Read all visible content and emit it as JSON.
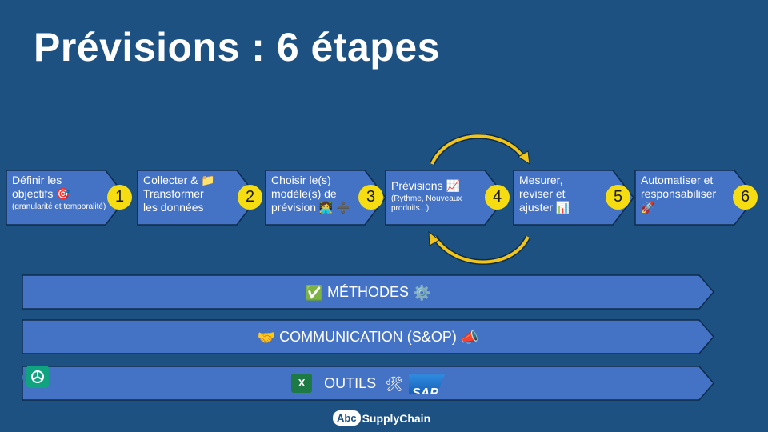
{
  "title": "Prévisions : 6 étapes",
  "steps": [
    {
      "number": "1",
      "lines": [
        "Définir les",
        "objectifs 🎯"
      ],
      "sub": "(granularité et temporalité)"
    },
    {
      "number": "2",
      "lines": [
        "Collecter & 📁",
        "Transformer",
        "les données"
      ],
      "sub": ""
    },
    {
      "number": "3",
      "lines": [
        "Choisir le(s)",
        "modèle(s) de",
        "prévision 👩‍💻 ➗"
      ],
      "sub": ""
    },
    {
      "number": "4",
      "lines": [
        "Prévisions 📈"
      ],
      "sub": "(Rythme, Nouveaux produits...)"
    },
    {
      "number": "5",
      "lines": [
        "Mesurer,",
        "réviser et",
        "ajuster 📊"
      ],
      "sub": ""
    },
    {
      "number": "6",
      "lines": [
        "Automatiser et",
        "responsabiliser",
        "🚀"
      ],
      "sub": ""
    }
  ],
  "bars": [
    {
      "label": "MÉTHODES",
      "icon_left": "✅",
      "icon_right": "⚙️"
    },
    {
      "label": "COMMUNICATION (S&OP)",
      "icon_left": "🤝",
      "icon_right": "📣"
    },
    {
      "label": "OUTILS",
      "icon_left": "",
      "icon_right": "🛠"
    }
  ],
  "tools": {
    "sap": "SAP",
    "excel": "X"
  },
  "logo": {
    "box": "Abc",
    "brand": "SupplyChain"
  },
  "colors": {
    "background": "#1d5182",
    "shape": "#4472c4",
    "badge": "#f5dd12",
    "arrow": "#f0c419"
  }
}
